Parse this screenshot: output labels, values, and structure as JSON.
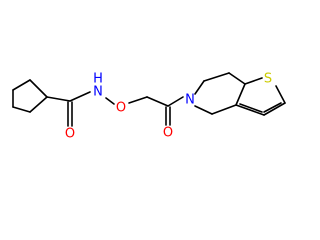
{
  "diagram": {
    "type": "chemical-structure",
    "colors": {
      "bond": "#000000",
      "O": "#ff0000",
      "N": "#0000ff",
      "S": "#cccc00",
      "H": "#0000ff"
    },
    "atoms": [
      {
        "id": "O1",
        "element": "O",
        "label": "O"
      },
      {
        "id": "N1",
        "element": "N",
        "label": "N"
      },
      {
        "id": "H1",
        "element": "H",
        "label": "H"
      },
      {
        "id": "O2",
        "element": "O",
        "label": "O"
      },
      {
        "id": "O3",
        "element": "O",
        "label": "O"
      },
      {
        "id": "N2",
        "element": "N",
        "label": "N"
      },
      {
        "id": "S1",
        "element": "S",
        "label": "S"
      }
    ]
  }
}
